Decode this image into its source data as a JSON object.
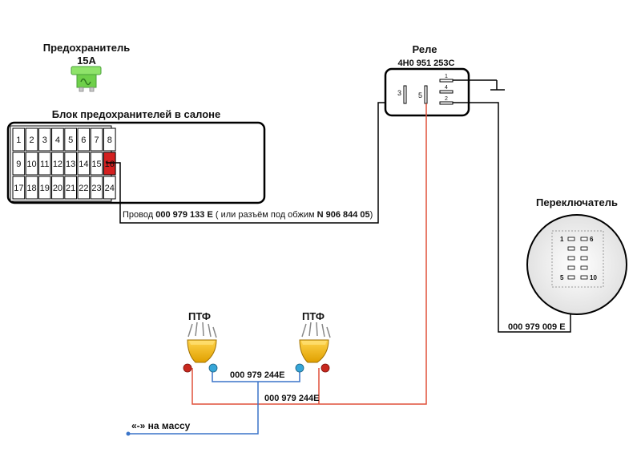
{
  "fuse": {
    "title": "Предохранитель",
    "rating": "15A"
  },
  "fuse_block": {
    "title": "Блок предохранителей в салоне",
    "rows": [
      [
        "1",
        "2",
        "3",
        "4",
        "5",
        "6",
        "7",
        "8"
      ],
      [
        "9",
        "10",
        "11",
        "12",
        "13",
        "14",
        "15",
        "16"
      ],
      [
        "17",
        "18",
        "19",
        "20",
        "21",
        "22",
        "23",
        "24"
      ]
    ],
    "highlighted": "16"
  },
  "relay": {
    "title": "Реле",
    "part_number": "4H0 951 253C",
    "pins": [
      "3",
      "5",
      "1",
      "4",
      "2"
    ]
  },
  "wire_fuse_relay": {
    "prefix": "Провод ",
    "part1": "000 979 133 E",
    "middle": " ( или разъём под обжим ",
    "part2": "N 906 844 05",
    "suffix": ")"
  },
  "switch": {
    "title": "Переключатель",
    "pins": [
      "1",
      "6",
      "5",
      "10"
    ]
  },
  "wire_switch": "000 979 009 E",
  "fog_left": {
    "label": "ПТФ"
  },
  "fog_right": {
    "label": "ПТФ"
  },
  "wire_blue": "000 979 244E",
  "wire_red": "000 979 244E",
  "ground_label": "«-» на массу",
  "colors": {
    "red_wire": "#e0503a",
    "blue_wire": "#3a74c9",
    "lamp": "#f0b400",
    "fuse_green": "#7ed957",
    "fuse_red": "#d32020"
  }
}
